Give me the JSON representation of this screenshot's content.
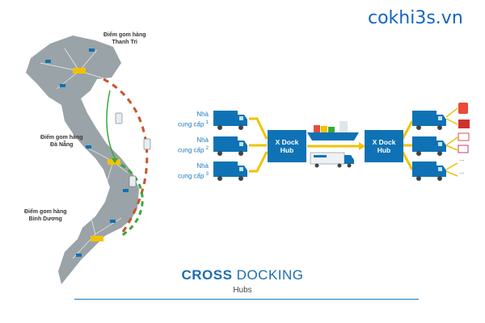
{
  "watermark": "cokhi3s.vn",
  "map": {
    "hubs": [
      {
        "line1": "Điểm gom hàng",
        "line2": "Thanh Trì"
      },
      {
        "line1": "Điểm gom hàng",
        "line2": "Đà Nẵng"
      },
      {
        "line1": "Điểm gom hàng",
        "line2": "Bình Dương"
      }
    ]
  },
  "flow": {
    "suppliers": [
      {
        "line1": "Nhà",
        "line2": "cung cấp",
        "num": "1"
      },
      {
        "line1": "Nhà",
        "line2": "cung cấp",
        "num": "2"
      },
      {
        "line1": "Nhà",
        "line2": "cung cấp",
        "num": "3"
      }
    ],
    "xdock_left": {
      "line1": "X Dock",
      "line2": "Hub"
    },
    "xdock_right": {
      "line1": "X Dock",
      "line2": "Hub"
    },
    "ellipsis": "...",
    "colors": {
      "blue": "#0e72b5",
      "yellow": "#f2c200",
      "map": "#9aa3a7",
      "dash_orange": "#c8552b",
      "dash_green": "#3aa83a"
    }
  },
  "footer": {
    "title_bold": "CROSS",
    "title_light": "DOCKING",
    "subtitle": "Hubs"
  }
}
